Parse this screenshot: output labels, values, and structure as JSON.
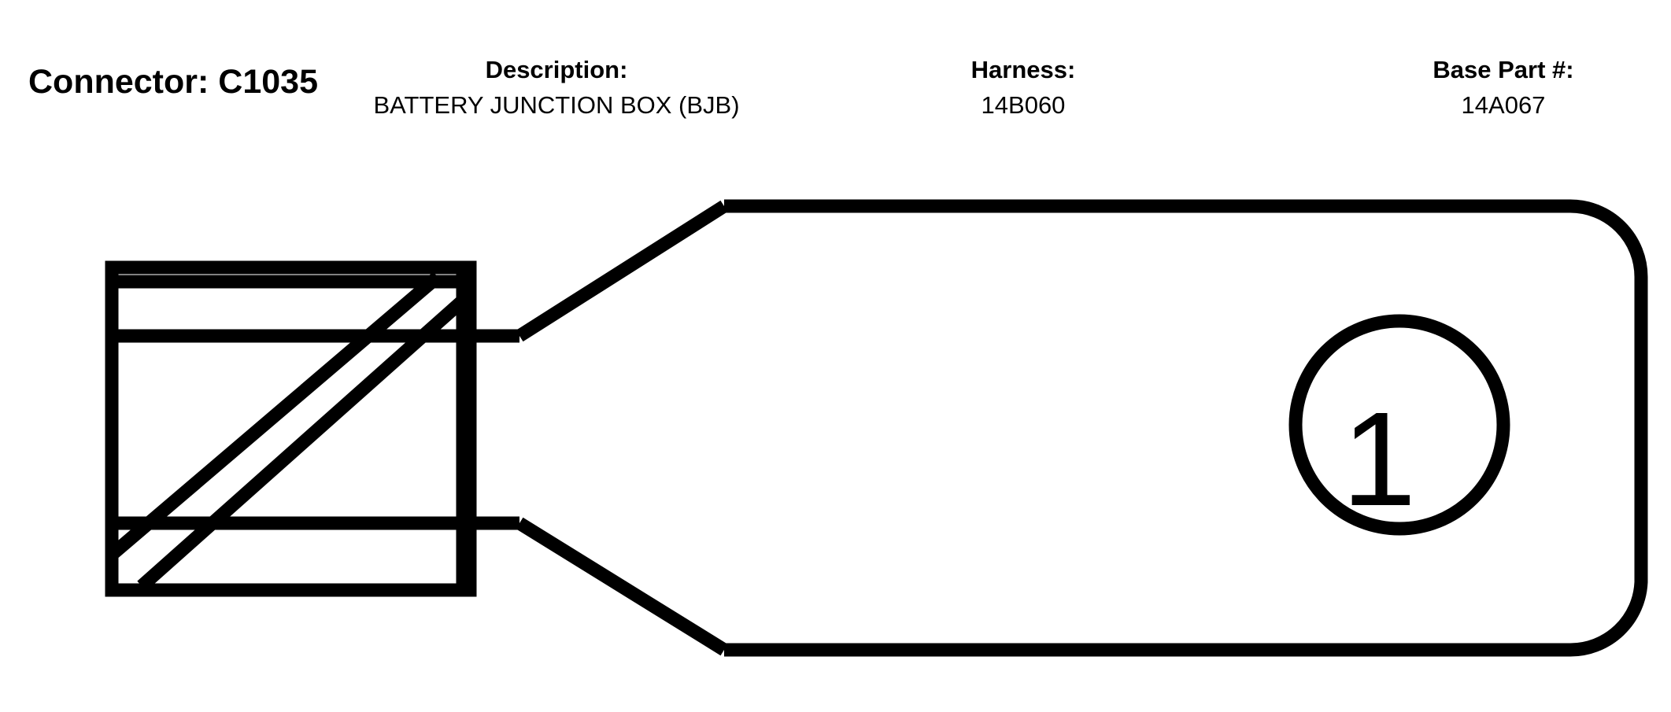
{
  "header": {
    "connector_title": "Connector: C1035",
    "description": {
      "label": "Description:",
      "value": "BATTERY JUNCTION BOX (BJB)"
    },
    "harness": {
      "label": "Harness:",
      "value": "14B060"
    },
    "base_part": {
      "label": "Base Part #:",
      "value": "14A067"
    }
  },
  "diagram": {
    "pins": [
      {
        "label": "1"
      }
    ],
    "line_color": "#000000",
    "background_color": "#ffffff"
  }
}
